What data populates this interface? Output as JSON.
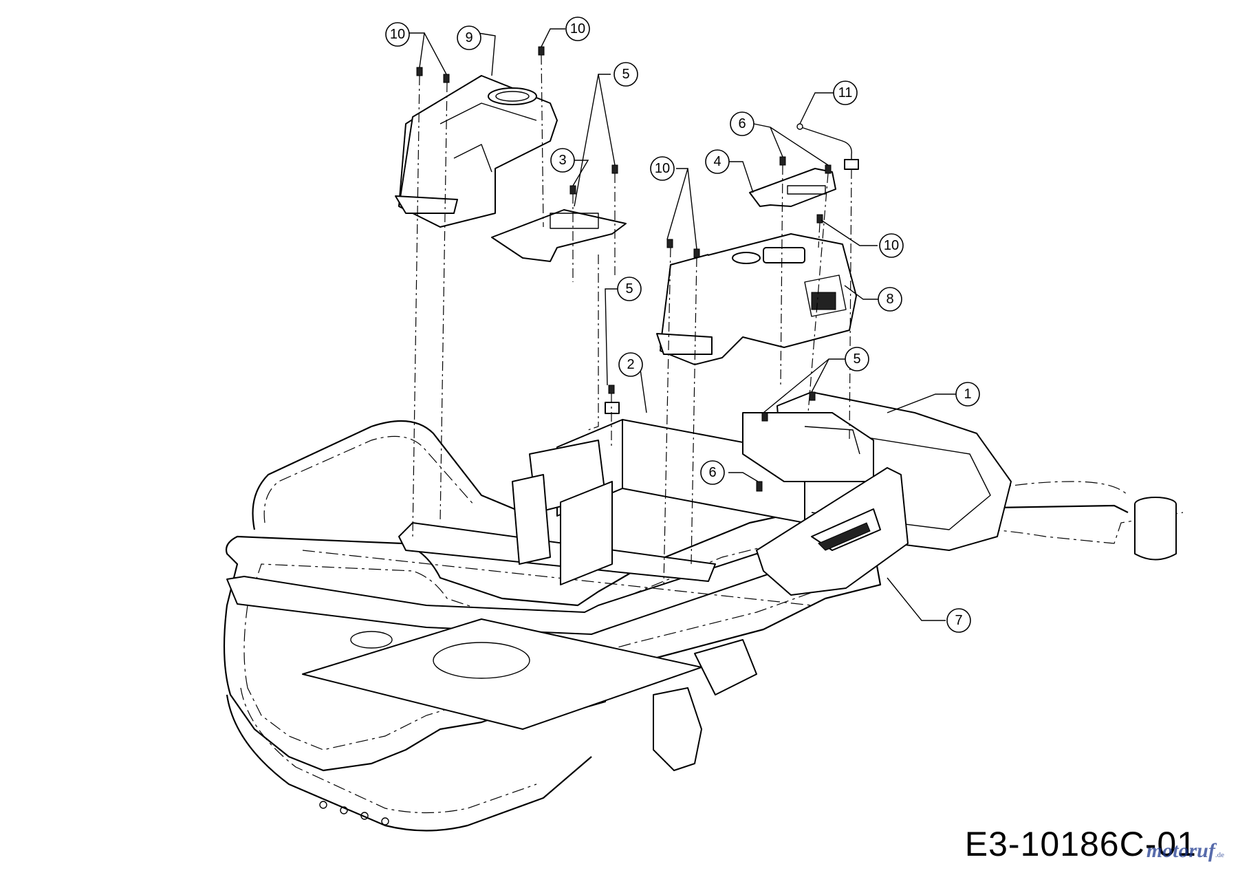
{
  "drawing_number": "E3-10186C-01",
  "watermark": {
    "text": "motoruf",
    "suffix": ".de"
  },
  "callouts": [
    {
      "id": "10"
    },
    {
      "id": "9"
    },
    {
      "id": "10"
    },
    {
      "id": "5"
    },
    {
      "id": "11"
    },
    {
      "id": "6"
    },
    {
      "id": "3"
    },
    {
      "id": "10"
    },
    {
      "id": "4"
    },
    {
      "id": "10"
    },
    {
      "id": "5"
    },
    {
      "id": "8"
    },
    {
      "id": "5"
    },
    {
      "id": "2"
    },
    {
      "id": "1"
    },
    {
      "id": "6"
    },
    {
      "id": "7"
    }
  ]
}
